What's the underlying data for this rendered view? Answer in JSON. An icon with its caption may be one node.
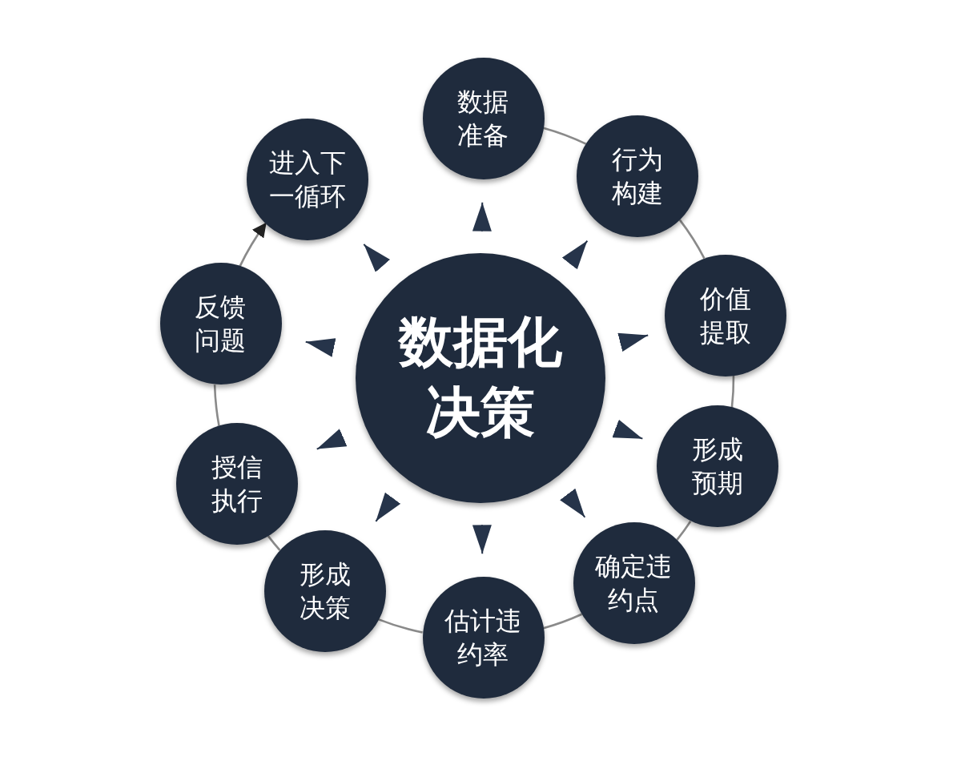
{
  "diagram": {
    "nodes": [
      {
        "text": [
          "数据化决策"
        ]
      },
      {
        "text": [
          "数据准备"
        ]
      },
      {
        "text": [
          "行为构建"
        ]
      },
      {
        "text": [
          "价值提取"
        ]
      },
      {
        "text": [
          "形成预期"
        ]
      },
      {
        "text": [
          "确定违约点"
        ]
      },
      {
        "text": [
          "估计违约率"
        ]
      },
      {
        "text": [
          "形成决策"
        ]
      },
      {
        "text": [
          "授信执行"
        ]
      },
      {
        "text": [
          "反馈问题"
        ]
      },
      {
        "text": [
          "进入下一循环"
        ]
      }
    ],
    "edges": [
      {
        "from": 1,
        "to": 2,
        "arrow": "none",
        "color": "#8a8a8a"
      },
      {
        "from": 2,
        "to": 3,
        "arrow": "none",
        "color": "#8a8a8a"
      },
      {
        "from": 3,
        "to": 4,
        "arrow": "none",
        "color": "#8a8a8a"
      },
      {
        "from": 4,
        "to": 5,
        "arrow": "none",
        "color": "#8a8a8a"
      },
      {
        "from": 5,
        "to": 6,
        "arrow": "none",
        "color": "#8a8a8a"
      },
      {
        "from": 6,
        "to": 7,
        "arrow": "none",
        "color": "#8a8a8a"
      },
      {
        "from": 7,
        "to": 8,
        "arrow": "none",
        "color": "#8a8a8a"
      },
      {
        "from": 8,
        "to": 9,
        "arrow": "none",
        "color": "#8a8a8a"
      },
      {
        "from": 9,
        "to": 10,
        "arrow": "to",
        "color": "#8a8a8a"
      },
      {
        "from": 0,
        "to": 1,
        "arrow": "to"
      },
      {
        "from": 0,
        "to": 2,
        "arrow": "to"
      },
      {
        "from": 0,
        "to": 3,
        "arrow": "to"
      },
      {
        "from": 0,
        "to": 4,
        "arrow": "to"
      },
      {
        "from": 0,
        "to": 5,
        "arrow": "to"
      },
      {
        "from": 0,
        "to": 6,
        "arrow": "to"
      },
      {
        "from": 0,
        "to": 7,
        "arrow": "to"
      },
      {
        "from": 0,
        "to": 8,
        "arrow": "to"
      },
      {
        "from": 0,
        "to": 9,
        "arrow": "to"
      },
      {
        "from": 0,
        "to": 10,
        "arrow": "to"
      }
    ]
  }
}
